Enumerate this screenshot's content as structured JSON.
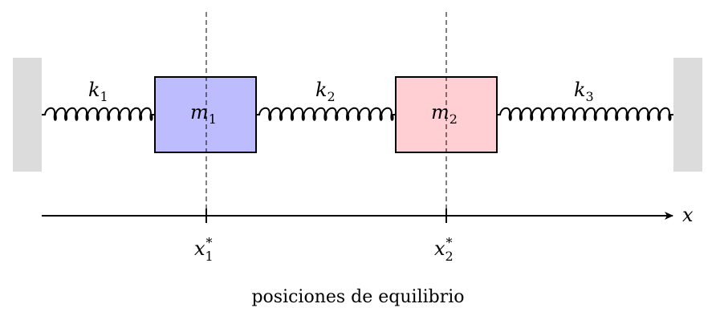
{
  "springs": {
    "k1": {
      "base": "k",
      "sub": "1"
    },
    "k2": {
      "base": "k",
      "sub": "2"
    },
    "k3": {
      "base": "k",
      "sub": "3"
    }
  },
  "masses": {
    "m1": {
      "base": "m",
      "sub": "1",
      "fill": "#bcbcff"
    },
    "m2": {
      "base": "m",
      "sub": "2",
      "fill": "#ffcfd4"
    }
  },
  "axis": {
    "label": "x"
  },
  "equilibrium": {
    "x1": {
      "base": "x",
      "sub": "1",
      "sup": "*"
    },
    "x2": {
      "base": "x",
      "sub": "2",
      "sup": "*"
    }
  },
  "caption": "posiciones de equilibrio",
  "colors": {
    "wall": "#dcdcdc",
    "stroke": "#000000"
  }
}
